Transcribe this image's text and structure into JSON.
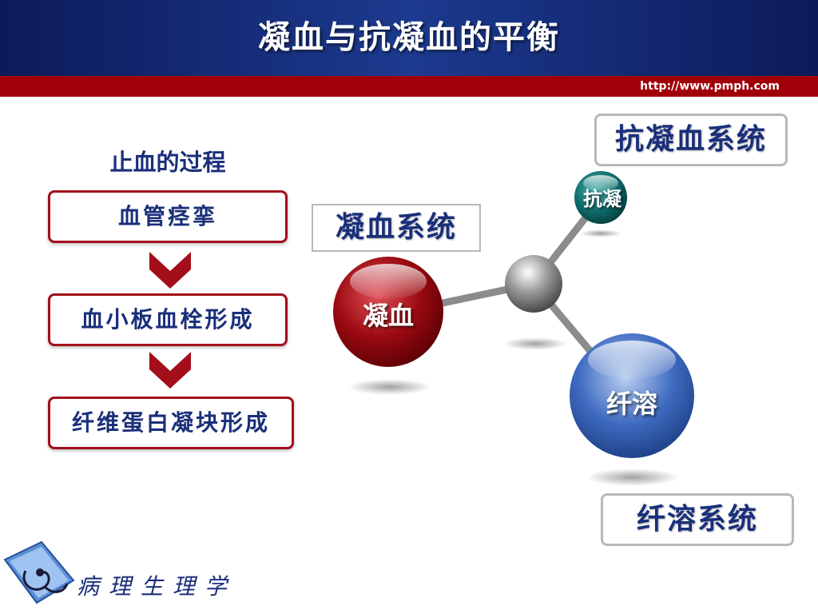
{
  "header": {
    "title": "凝血与抗凝血的平衡",
    "url": "http://www.pmph.com"
  },
  "process": {
    "title": "止血的过程",
    "steps": [
      "血管痉挛",
      "血小板血栓形成",
      "纤维蛋白凝块形成"
    ]
  },
  "molecule": {
    "coag_system": "凝血系统",
    "anticoag_system": "抗凝血系统",
    "fibrinolysis_system": "纤溶系统",
    "coag_ball": "凝血",
    "anticoag_ball": "抗凝",
    "fibrinolysis_ball": "纤溶"
  },
  "footer": {
    "logo_text": "病理生理学"
  },
  "colors": {
    "header_blue": "#1c3a8f",
    "bar_red": "#a10009",
    "text_blue": "#1a2f7a",
    "ball_red": "#9a0a10",
    "ball_teal": "#0e6a6a",
    "ball_blue": "#3d6ac0"
  }
}
